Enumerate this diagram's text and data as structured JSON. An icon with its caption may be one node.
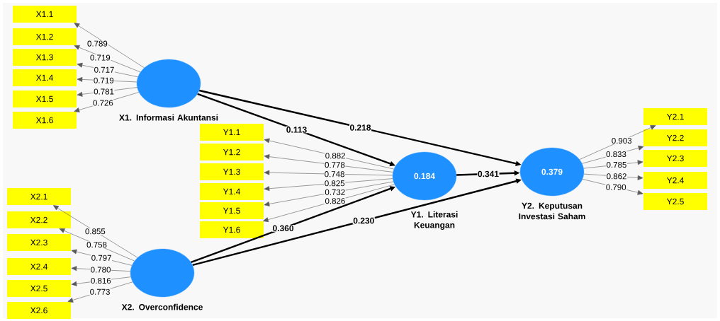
{
  "diagram": {
    "nodes": [
      {
        "text": [
          "X1. Informasi Akuntansi"
        ]
      },
      {
        "text": [
          "X1.1"
        ]
      },
      {
        "text": [
          "X1.2"
        ]
      },
      {
        "text": [
          "X1.3"
        ]
      },
      {
        "text": [
          "X1.4"
        ]
      },
      {
        "text": [
          "X1.5"
        ]
      },
      {
        "text": [
          "X1.6"
        ]
      },
      {
        "text": [
          "X2. Overconfidence"
        ]
      },
      {
        "text": [
          "X2.1"
        ]
      },
      {
        "text": [
          "X2.2"
        ]
      },
      {
        "text": [
          "X2.3"
        ]
      },
      {
        "text": [
          "X2.4"
        ]
      },
      {
        "text": [
          "X2.5"
        ]
      },
      {
        "text": [
          "X2.6"
        ]
      },
      {
        "text": [
          "0.184",
          "Y1. Literasi Keuangan"
        ]
      },
      {
        "text": [
          "Y1.1"
        ]
      },
      {
        "text": [
          "Y1.2"
        ]
      },
      {
        "text": [
          "Y1.3"
        ]
      },
      {
        "text": [
          "Y1.4"
        ]
      },
      {
        "text": [
          "Y1.5"
        ]
      },
      {
        "text": [
          "Y1.6"
        ]
      },
      {
        "text": [
          "0.379",
          "Y2. Keputusan Investasi Saham"
        ]
      },
      {
        "text": [
          "Y2.1"
        ]
      },
      {
        "text": [
          "Y2.2"
        ]
      },
      {
        "text": [
          "Y2.3"
        ]
      },
      {
        "text": [
          "Y2.4"
        ]
      },
      {
        "text": [
          "Y2.5"
        ]
      }
    ],
    "edges": [
      {
        "from": 0,
        "to": 1,
        "arrow": "to",
        "label": "0.789"
      },
      {
        "from": 0,
        "to": 2,
        "arrow": "to",
        "label": "0.719"
      },
      {
        "from": 0,
        "to": 3,
        "arrow": "to",
        "label": "0.717"
      },
      {
        "from": 0,
        "to": 4,
        "arrow": "to",
        "label": "0.719"
      },
      {
        "from": 0,
        "to": 5,
        "arrow": "to",
        "label": "0.781"
      },
      {
        "from": 0,
        "to": 6,
        "arrow": "to",
        "label": "0.726"
      },
      {
        "from": 7,
        "to": 8,
        "arrow": "to",
        "label": "0.855"
      },
      {
        "from": 7,
        "to": 9,
        "arrow": "to",
        "label": "0.758"
      },
      {
        "from": 7,
        "to": 10,
        "arrow": "to",
        "label": "0.797"
      },
      {
        "from": 7,
        "to": 11,
        "arrow": "to",
        "label": "0.780"
      },
      {
        "from": 7,
        "to": 12,
        "arrow": "to",
        "label": "0.816"
      },
      {
        "from": 7,
        "to": 13,
        "arrow": "to",
        "label": "0.773"
      },
      {
        "from": 14,
        "to": 15,
        "arrow": "to",
        "label": "0.882"
      },
      {
        "from": 14,
        "to": 16,
        "arrow": "to",
        "label": "0.778"
      },
      {
        "from": 14,
        "to": 17,
        "arrow": "to",
        "label": "0.748"
      },
      {
        "from": 14,
        "to": 18,
        "arrow": "to",
        "label": "0.825"
      },
      {
        "from": 14,
        "to": 19,
        "arrow": "to",
        "label": "0.732"
      },
      {
        "from": 14,
        "to": 20,
        "arrow": "to",
        "label": "0.826"
      },
      {
        "from": 21,
        "to": 22,
        "arrow": "to",
        "label": "0.903"
      },
      {
        "from": 21,
        "to": 23,
        "arrow": "to",
        "label": "0.833"
      },
      {
        "from": 21,
        "to": 24,
        "arrow": "to",
        "label": "0.785"
      },
      {
        "from": 21,
        "to": 25,
        "arrow": "to",
        "label": "0.862"
      },
      {
        "from": 21,
        "to": 26,
        "arrow": "to",
        "label": "0.790"
      },
      {
        "from": 0,
        "to": 14,
        "arrow": "to",
        "label": "0.113",
        "style": "thick"
      },
      {
        "from": 0,
        "to": 21,
        "arrow": "to",
        "label": "0.218",
        "style": "thick"
      },
      {
        "from": 7,
        "to": 14,
        "arrow": "to",
        "label": "0.360",
        "style": "thick"
      },
      {
        "from": 7,
        "to": 21,
        "arrow": "to",
        "label": "0.230",
        "style": "thick"
      },
      {
        "from": 14,
        "to": 21,
        "arrow": "to",
        "label": "0.341",
        "style": "thick"
      }
    ]
  }
}
